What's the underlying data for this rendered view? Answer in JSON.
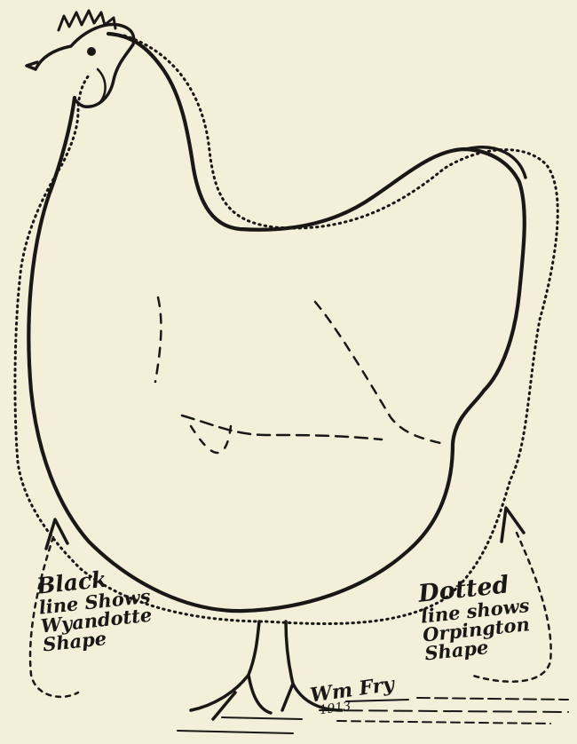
{
  "diagram": {
    "label_black": [
      "Black",
      "line Shows",
      "Wyandotte",
      "Shape"
    ],
    "label_dotted": [
      "Dotted",
      "line shows",
      "Orpington",
      "Shape"
    ],
    "signature": {
      "name": "Wm Fry",
      "year": "1913"
    },
    "colors": {
      "paper": "#f3efd9",
      "ink": "#1a1816"
    }
  }
}
